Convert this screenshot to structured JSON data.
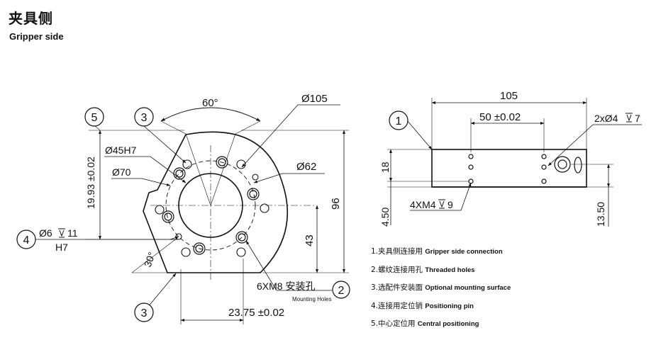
{
  "heading": {
    "zh": "夹具侧",
    "en": "Gripper side"
  },
  "left_view": {
    "callouts": {
      "c5": "5",
      "c3_top": "3",
      "c4": "4",
      "c3_bottom": "3",
      "c2": "2"
    },
    "dims": {
      "angle_60": "60°",
      "d105": "Ø105",
      "d45": "Ø45H7",
      "d70": "Ø70",
      "d62": "Ø62",
      "v1993": "19.93 ±0.02",
      "h96": "96",
      "h43": "43",
      "d6": "Ø6",
      "d6_depth": "11",
      "h7": "H7",
      "angle_30": "30°",
      "mounting_zh": "6XM8 安装孔",
      "mounting_en": "Mounting Holes",
      "w2375": "23.75 ±0.02"
    }
  },
  "right_view": {
    "callouts": {
      "c1": "1"
    },
    "dims": {
      "w105": "105",
      "w50": "50 ±0.02",
      "holes_2x": "2xØ4",
      "holes_2x_depth": "7",
      "h18": "18",
      "h450": "4.50",
      "thread4": "4XM4",
      "thread4_depth": "9",
      "h1350": "13.50"
    }
  },
  "legend": [
    {
      "zh": "1.夹具侧连接用",
      "en": "Gripper side connection"
    },
    {
      "zh": "2.螺纹连接用孔",
      "en": "Threaded holes"
    },
    {
      "zh": "3.选配件安装面",
      "en": "Optional mounting surface"
    },
    {
      "zh": "4.连接用定位销",
      "en": "Positioning pin"
    },
    {
      "zh": "5.中心定位用",
      "en": "Central positioning"
    }
  ]
}
